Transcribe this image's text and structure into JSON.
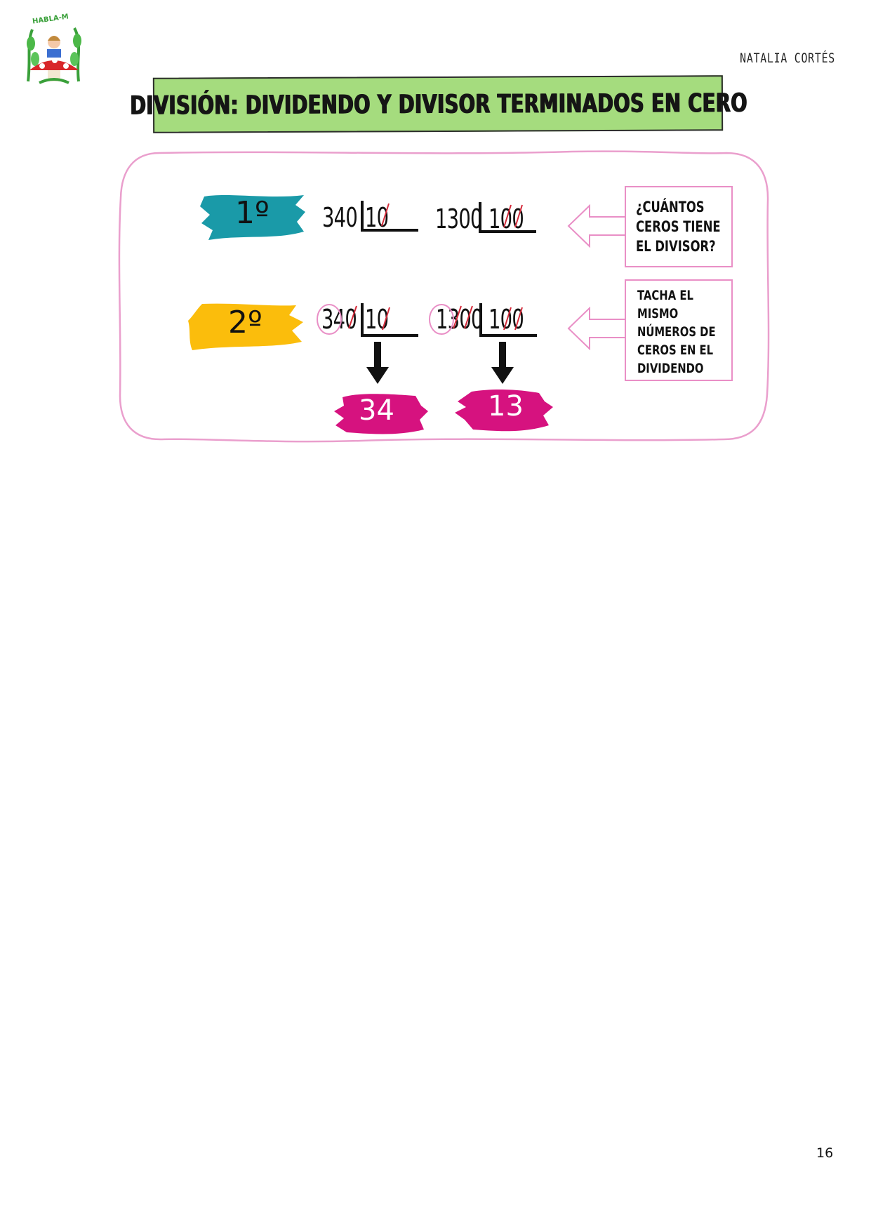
{
  "header": {
    "author": "NATALIA CORTÉS",
    "logo_icon": "mushroom-reading-girl-logo",
    "logo_text": "HABLA-M"
  },
  "title": "DIVISIÓN: DIVIDENDO Y DIVISOR TERMINADOS EN CERO",
  "steps": [
    {
      "label": "1º",
      "badge_color": "#1a9aa8",
      "divisions": [
        {
          "dividend": "340",
          "divisor": "10"
        },
        {
          "dividend": "1300",
          "divisor": "100"
        }
      ],
      "note_lines": [
        "¿CUÁNTOS",
        "CEROS TIENE",
        "EL DIVISOR?"
      ]
    },
    {
      "label": "2º",
      "badge_color": "#fbbd0c",
      "divisions": [
        {
          "dividend": "340",
          "divisor": "10"
        },
        {
          "dividend": "1300",
          "divisor": "100"
        }
      ],
      "note_lines": [
        "TACHA EL",
        "MISMO",
        "NÚMEROS DE",
        "CEROS EN EL",
        "DIVIDENDO"
      ]
    }
  ],
  "results": [
    {
      "value": "34",
      "color": "#d6127f"
    },
    {
      "value": "13",
      "color": "#d6127f"
    }
  ],
  "colors": {
    "title_bg": "#a5dc7e",
    "frame": "#ea9fcd",
    "strike": "#d42a3a"
  },
  "footer": {
    "page_number": "16"
  }
}
